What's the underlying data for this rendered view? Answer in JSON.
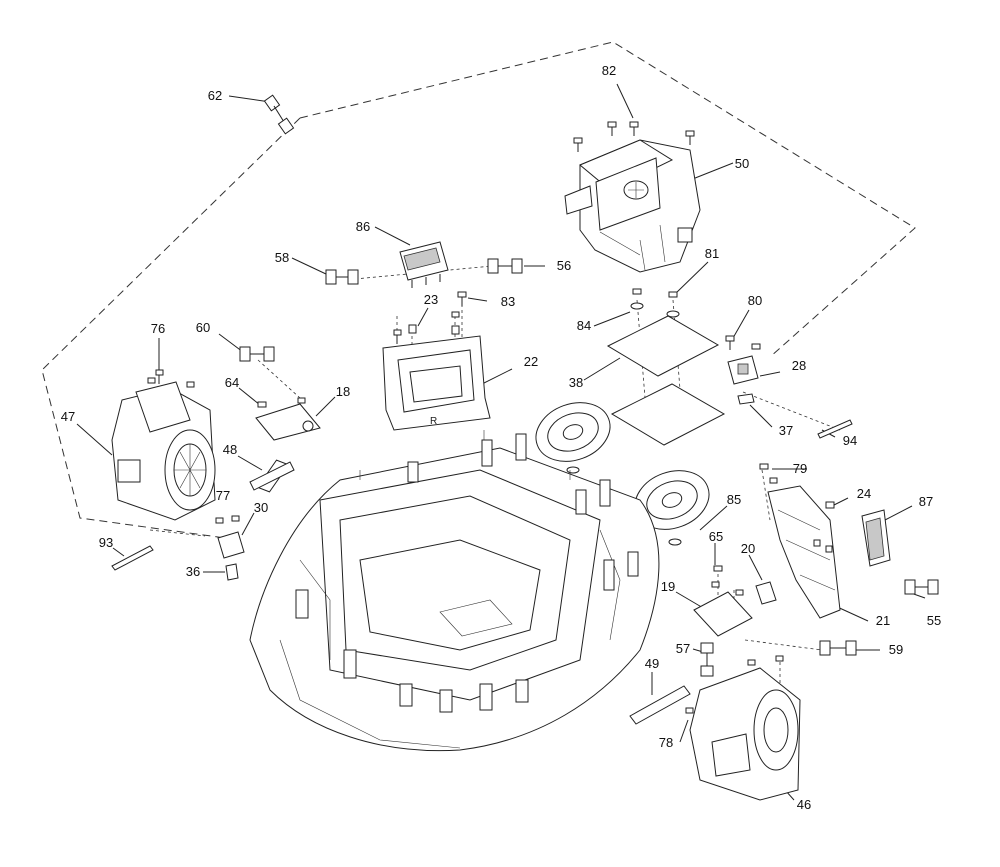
{
  "diagram": {
    "callouts": [
      {
        "id": "c82",
        "text": "82"
      },
      {
        "id": "c50",
        "text": "50"
      },
      {
        "id": "c62",
        "text": "62"
      },
      {
        "id": "c86",
        "text": "86"
      },
      {
        "id": "c58",
        "text": "58"
      },
      {
        "id": "c56",
        "text": "56"
      },
      {
        "id": "c81",
        "text": "81"
      },
      {
        "id": "c23",
        "text": "23"
      },
      {
        "id": "c83",
        "text": "83"
      },
      {
        "id": "c84",
        "text": "84"
      },
      {
        "id": "c80",
        "text": "80"
      },
      {
        "id": "c76",
        "text": "76"
      },
      {
        "id": "c60",
        "text": "60"
      },
      {
        "id": "c22",
        "text": "22"
      },
      {
        "id": "c28",
        "text": "28"
      },
      {
        "id": "c38",
        "text": "38"
      },
      {
        "id": "c64",
        "text": "64"
      },
      {
        "id": "c18",
        "text": "18"
      },
      {
        "id": "c47",
        "text": "47"
      },
      {
        "id": "c37",
        "text": "37"
      },
      {
        "id": "c94",
        "text": "94"
      },
      {
        "id": "c48",
        "text": "48"
      },
      {
        "id": "c79",
        "text": "79"
      },
      {
        "id": "c24",
        "text": "24"
      },
      {
        "id": "c87",
        "text": "87"
      },
      {
        "id": "c77",
        "text": "77"
      },
      {
        "id": "c30",
        "text": "30"
      },
      {
        "id": "c85",
        "text": "85"
      },
      {
        "id": "c93",
        "text": "93"
      },
      {
        "id": "c65",
        "text": "65"
      },
      {
        "id": "c20",
        "text": "20"
      },
      {
        "id": "c36",
        "text": "36"
      },
      {
        "id": "c19",
        "text": "19"
      },
      {
        "id": "c21",
        "text": "21"
      },
      {
        "id": "c55",
        "text": "55"
      },
      {
        "id": "c57",
        "text": "57"
      },
      {
        "id": "c59",
        "text": "59"
      },
      {
        "id": "c49",
        "text": "49"
      },
      {
        "id": "c78",
        "text": "78"
      },
      {
        "id": "c46",
        "text": "46"
      }
    ]
  }
}
